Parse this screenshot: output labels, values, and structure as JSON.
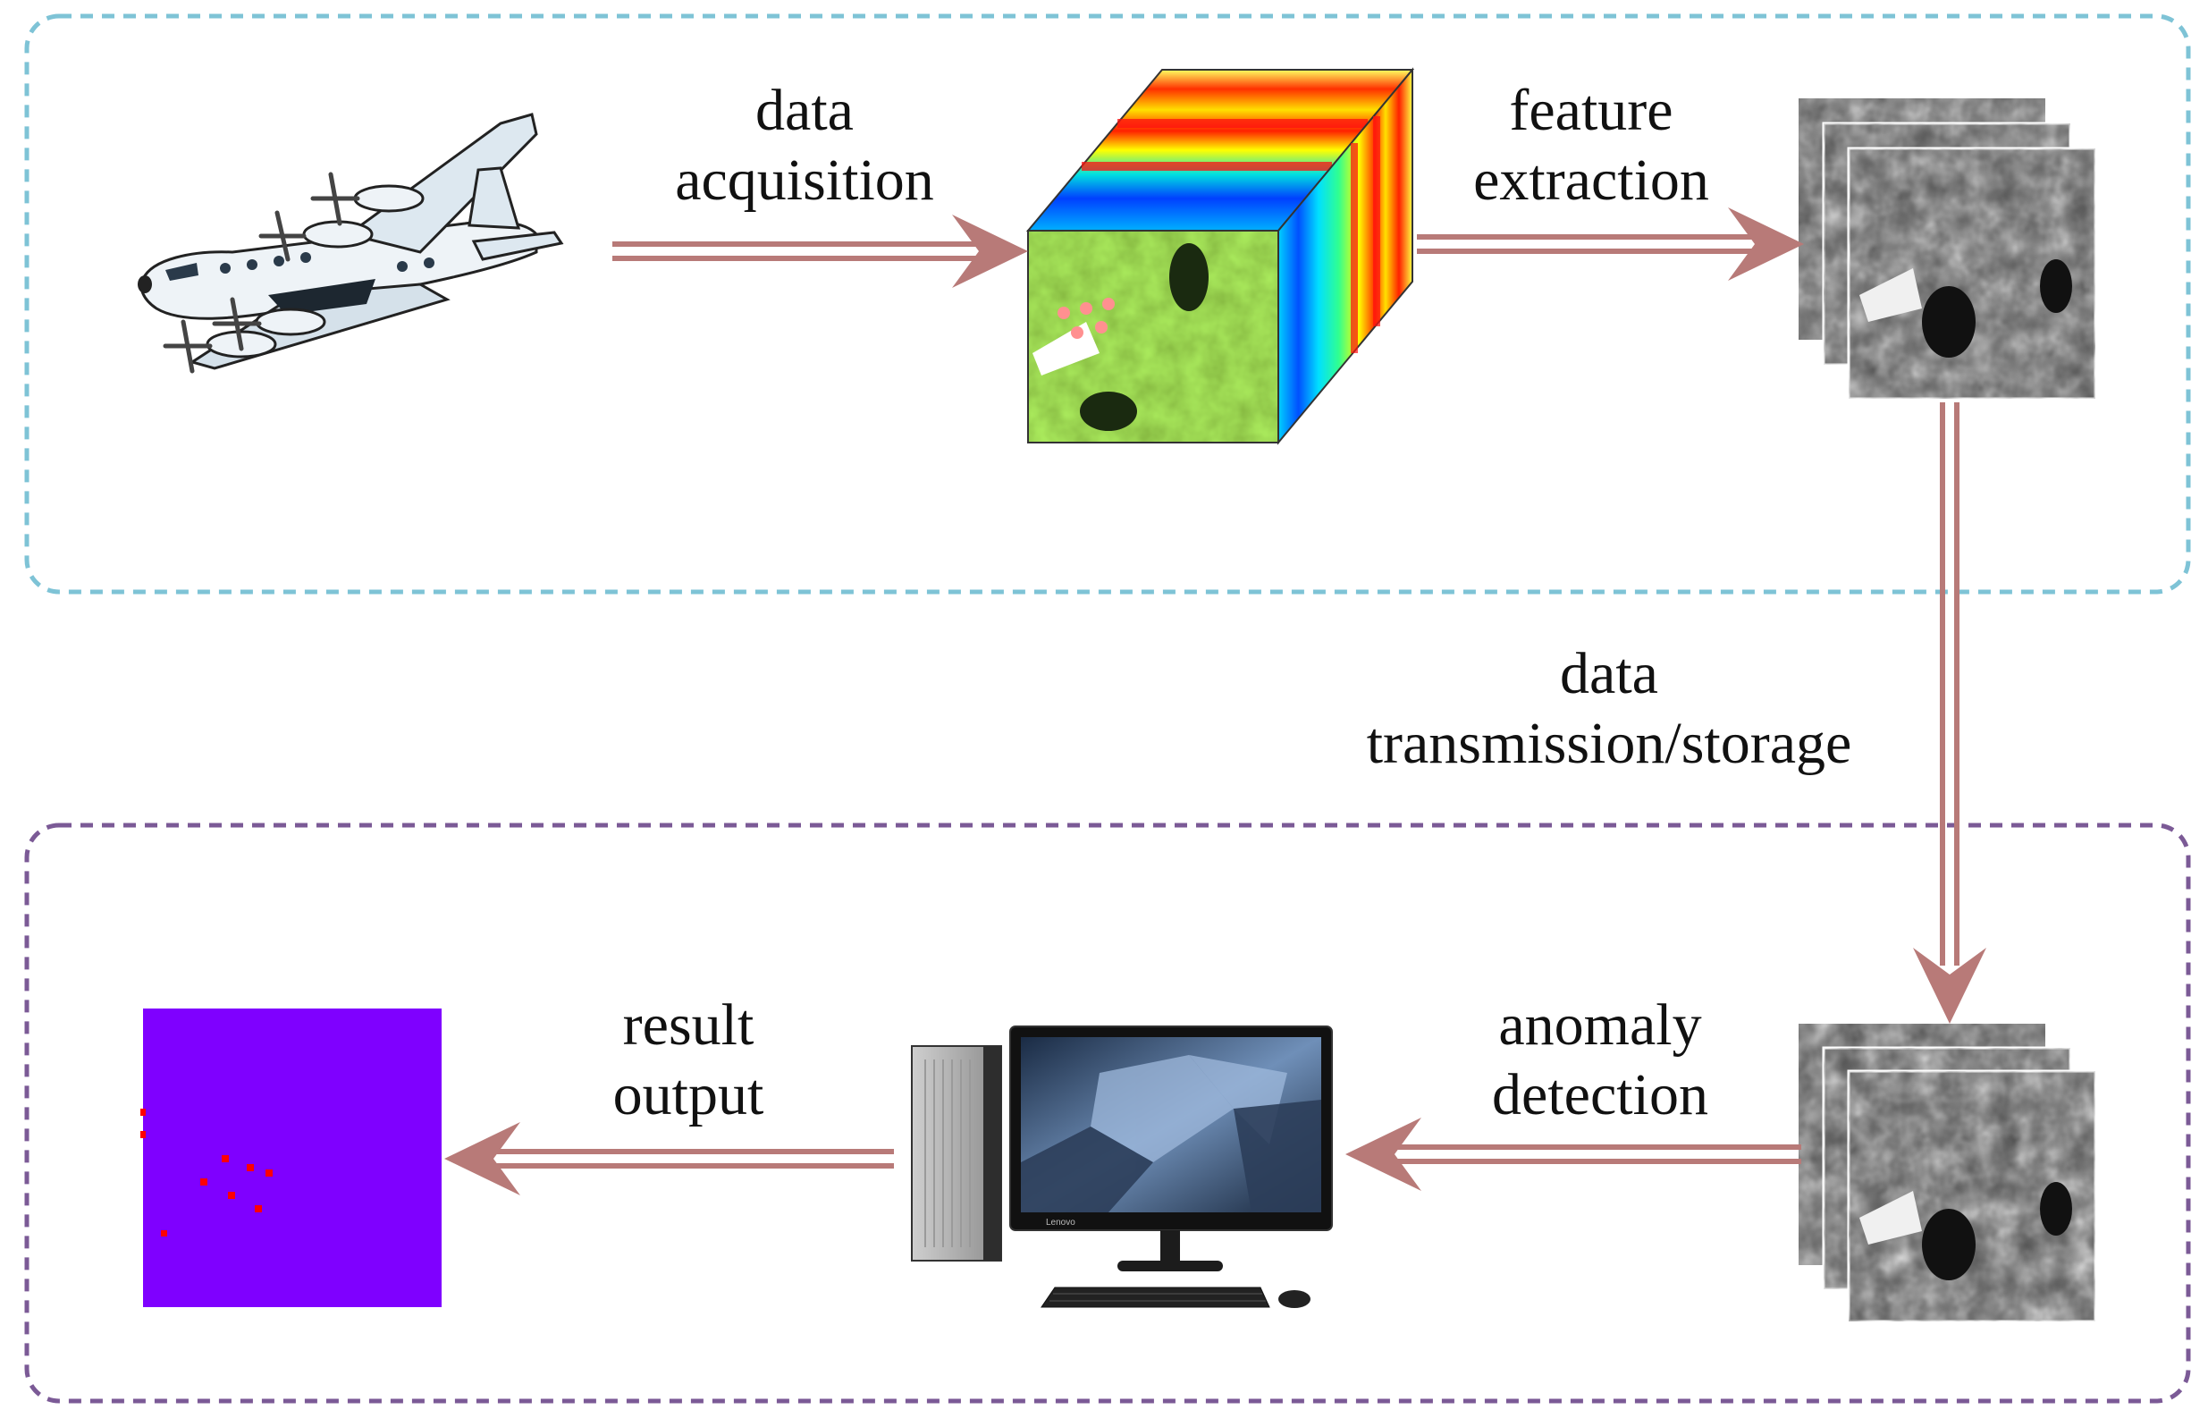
{
  "labels": {
    "data_acquisition": [
      "data",
      "acquisition"
    ],
    "feature_extraction": [
      "feature",
      "extraction"
    ],
    "data_transmission": [
      "data",
      "transmission/storage"
    ],
    "anomaly_detection": [
      "anomaly",
      "detection"
    ],
    "result_output": [
      "result",
      "output"
    ]
  },
  "monitor_brand": "Lenovo",
  "colors": {
    "top_border": "#7ec3d6",
    "bottom_border": "#7b5a96",
    "arrow": "#b87a78",
    "result_background": "#7f00ff",
    "anomaly_points": "#ff0000"
  },
  "icons": [
    "airplane-icon",
    "hyperspectral-cube-icon",
    "feature-map-stack-icon",
    "desktop-computer-icon",
    "detection-result-map-icon"
  ]
}
